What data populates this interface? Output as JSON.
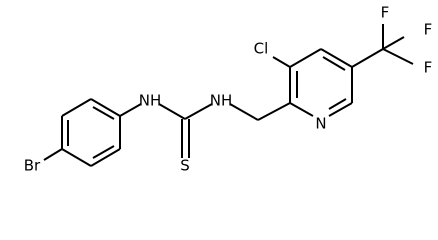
{
  "molecule": {
    "atoms": {
      "br": "Br",
      "nh_left": "NH",
      "nh_right": "NH",
      "s": "S",
      "cl": "Cl",
      "n_ring": "N",
      "f_top_left": "F",
      "f_top_right": "F",
      "f_right": "F"
    }
  }
}
